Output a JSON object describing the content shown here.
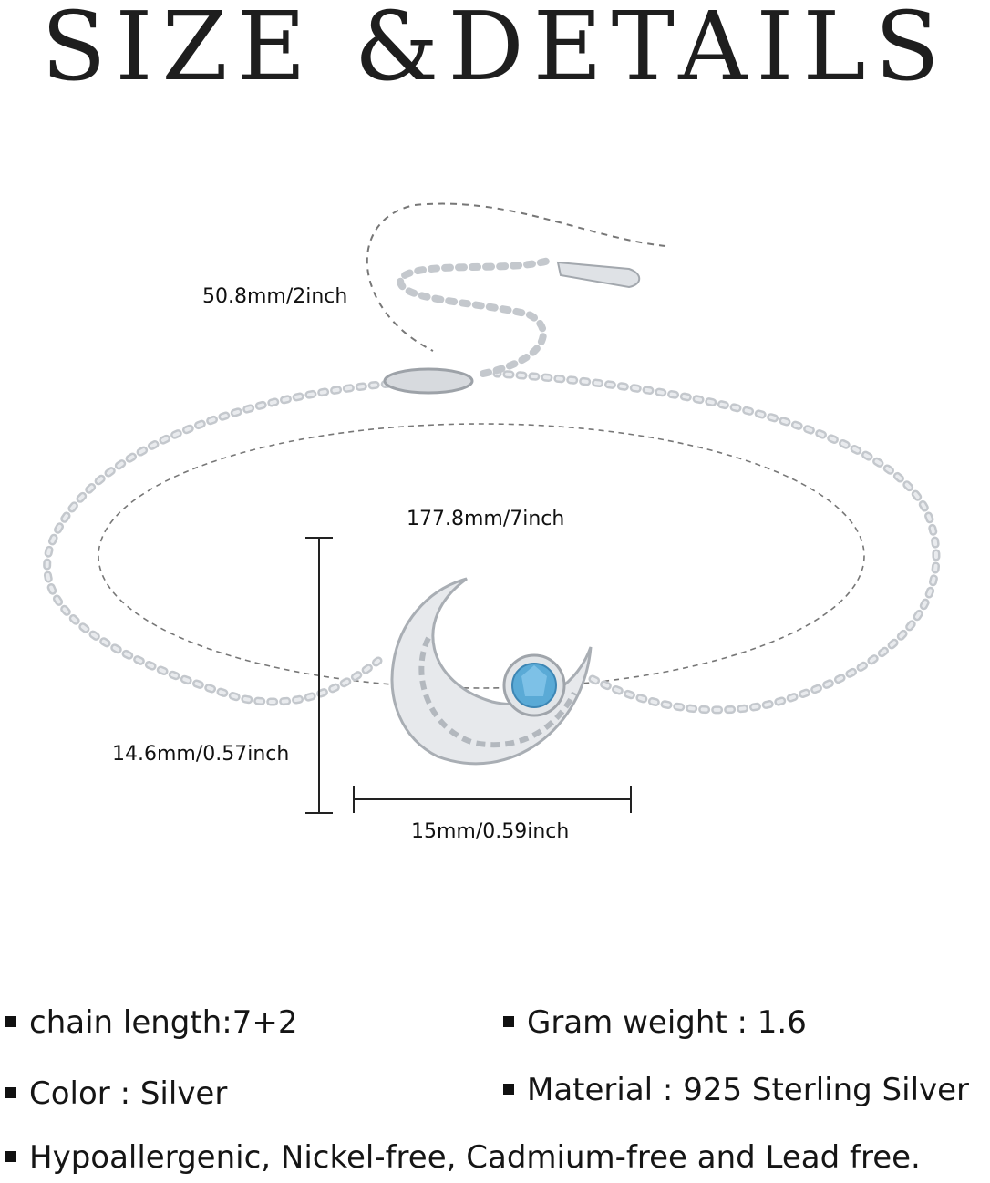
{
  "title": "SIZE &DETAILS",
  "dimensions": {
    "extender": "50.8mm/2inch",
    "circumference": "177.8mm/7inch",
    "height": "14.6mm/0.57inch",
    "width": "15mm/0.59inch"
  },
  "specs": {
    "chain_length": "chain length:7+2",
    "gram_weight": "Gram weight : 1.6",
    "color": "Color : Silver",
    "material": "Material :  925 Sterling Silver",
    "features": "Hypoallergenic, Nickel-free, Cadmium-free and Lead free."
  },
  "colors": {
    "metal": "#c9cdd2",
    "gem": "#5aaad6",
    "text": "#151515"
  }
}
